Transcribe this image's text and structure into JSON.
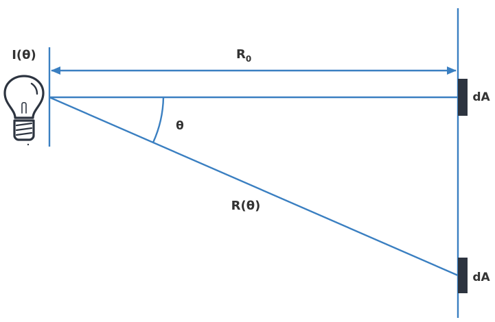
{
  "labels": {
    "intensity": "I(θ)",
    "distance_main": "R",
    "distance_main_sub": "0",
    "angle": "θ",
    "distance_angled": "R(θ)",
    "area_top": "dA",
    "area_bottom": "dA"
  },
  "colors": {
    "line": "#3a7fc1",
    "detector": "#2d3440",
    "bulb": "#2d3440",
    "text": "#333333"
  }
}
